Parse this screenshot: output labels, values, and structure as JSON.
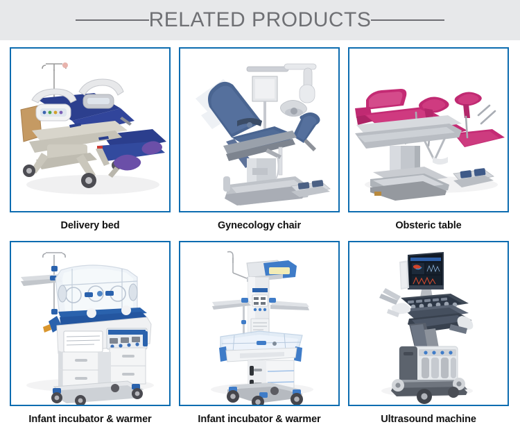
{
  "header": {
    "title": "RELATED PRODUCTS",
    "background_color": "#e7e8ea",
    "title_color": "#6f7074",
    "rule_color": "#6e6e73"
  },
  "theme": {
    "card_border_color": "#0c6cb0",
    "caption_color": "#111111",
    "page_background": "#ffffff"
  },
  "products": [
    {
      "caption": "Delivery bed",
      "image_name": "delivery-bed-photo",
      "colors": {
        "mattress": "#2b3f8f",
        "frame": "#cfcabb",
        "accent": "#6b4fa8",
        "headboard": "#c9a06a"
      }
    },
    {
      "caption": "Gynecology chair",
      "image_name": "gynecology-chair-photo",
      "colors": {
        "upholstery": "#4a6591",
        "base": "#b9bcc2",
        "lamp": "#dcdee2"
      }
    },
    {
      "caption": "Obsteric table",
      "image_name": "obsteric-table-photo",
      "colors": {
        "cushion": "#c02a72",
        "base": "#c3c6cb",
        "pedal": "#9aa3b4"
      }
    },
    {
      "caption": "Infant incubator & warmer",
      "image_name": "infant-incubator-photo",
      "colors": {
        "hood": "#e9eef4",
        "accent": "#2a62ad",
        "cabinet": "#f2f3f5"
      }
    },
    {
      "caption": "Infant incubator & warmer",
      "image_name": "infant-radiant-warmer-photo",
      "colors": {
        "column": "#eceef1",
        "accent": "#4a7fd0",
        "bassinet": "#dde7f4"
      }
    },
    {
      "caption": "Ultrasound machine",
      "image_name": "ultrasound-machine-photo",
      "colors": {
        "monitor": "#1b2636",
        "console": "#cfd3d8",
        "cabinet": "#e3e6ea",
        "screen_accent": "#d0452c"
      }
    }
  ]
}
